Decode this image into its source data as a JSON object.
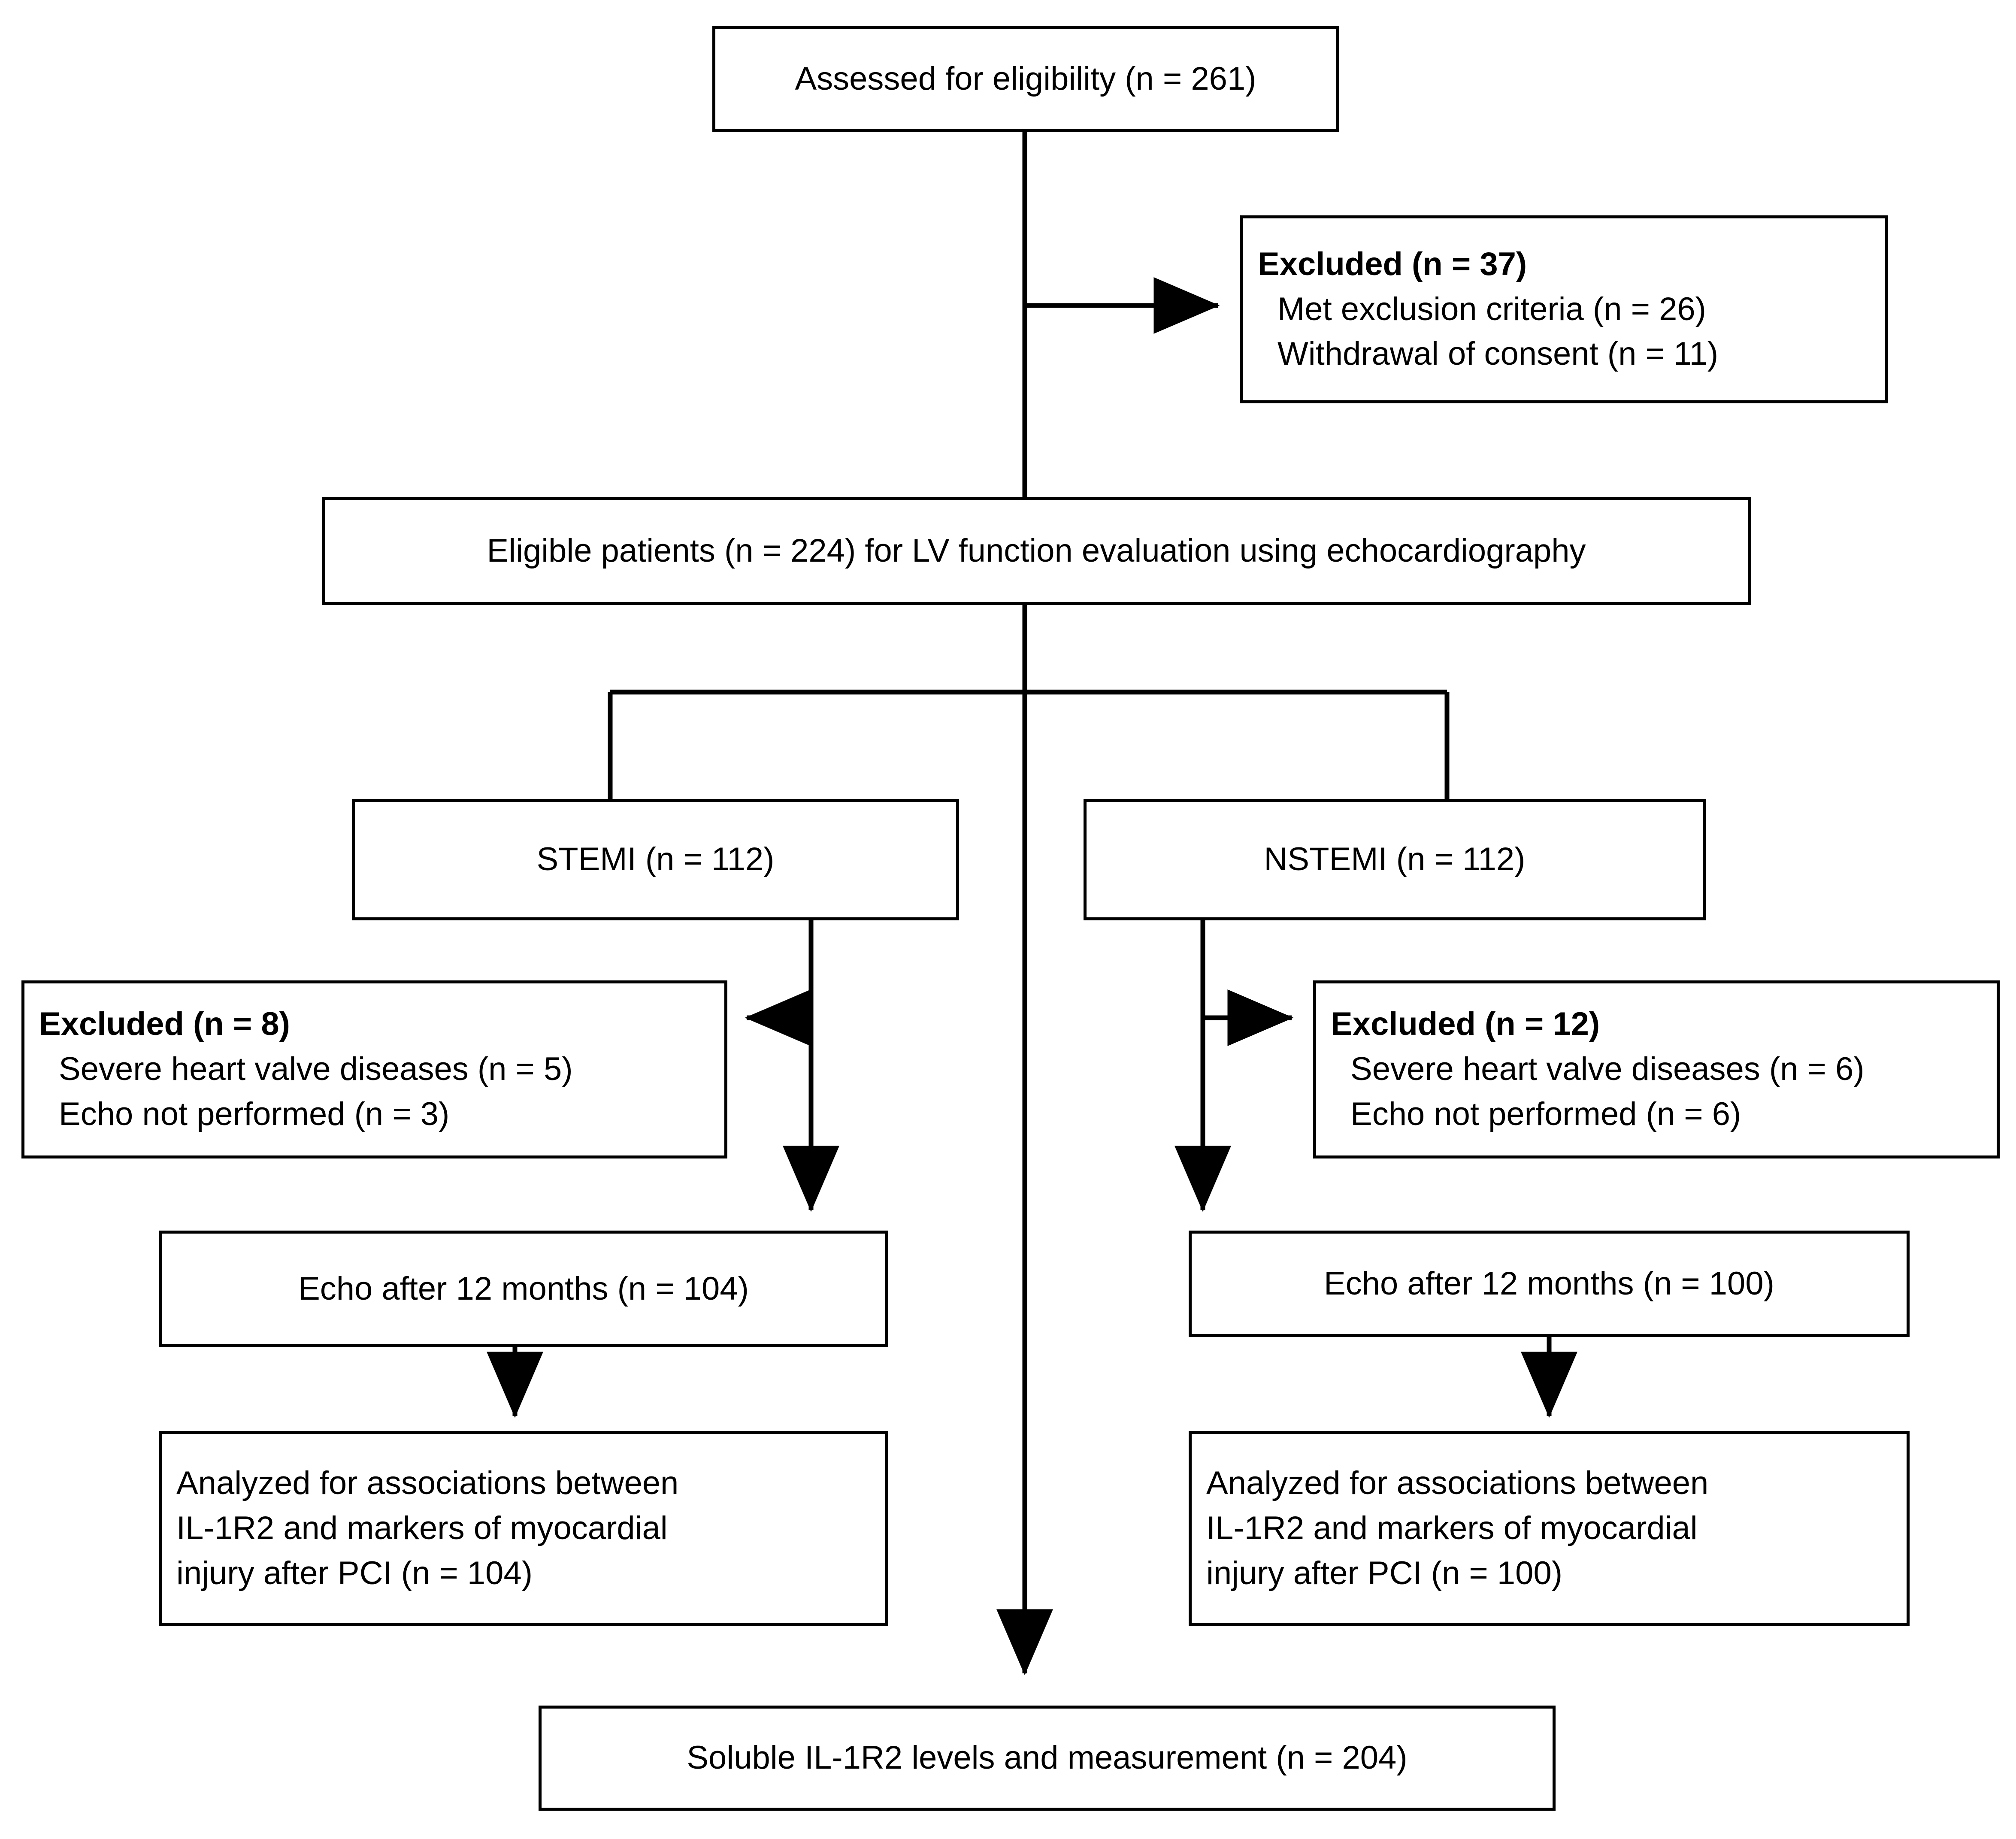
{
  "diagram": {
    "title": "CONSORT-style patient flow diagram",
    "stroke_color": "#000000",
    "background_color": "#ffffff"
  },
  "nodes": {
    "assessed": {
      "text": "Assessed for eligibility (n = 261)"
    },
    "excluded_top": {
      "title": "Excluded (n = 37)",
      "items": [
        "Met exclusion criteria (n = 26)",
        "Withdrawal of consent (n = 11)"
      ]
    },
    "eligible": {
      "text": "Eligible patients (n = 224) for LV function evaluation using echocardiography"
    },
    "stemi": {
      "text": "STEMI (n = 112)"
    },
    "nstemi": {
      "text": "NSTEMI (n = 112)"
    },
    "excluded_left": {
      "title": "Excluded (n = 8)",
      "items": [
        "Severe heart valve diseases (n = 5)",
        "Echo not performed (n = 3)"
      ]
    },
    "excluded_right": {
      "title": "Excluded (n = 12)",
      "items": [
        "Severe heart valve diseases (n = 6)",
        "Echo not performed (n = 6)"
      ]
    },
    "echo_left": {
      "text": "Echo after 12 months (n = 104)"
    },
    "echo_right": {
      "text": "Echo after 12 months (n = 100)"
    },
    "analyzed_left": {
      "line1": "Analyzed for associations between",
      "line2": "IL-1R2 and markers of myocardial",
      "line3": "injury after PCI (n = 104)"
    },
    "analyzed_right": {
      "line1": "Analyzed for associations between",
      "line2": "IL-1R2 and markers of myocardial",
      "line3": "injury after PCI (n = 100)"
    },
    "soluble": {
      "text": "Soluble IL-1R2 levels and measurement (n = 204)"
    }
  }
}
